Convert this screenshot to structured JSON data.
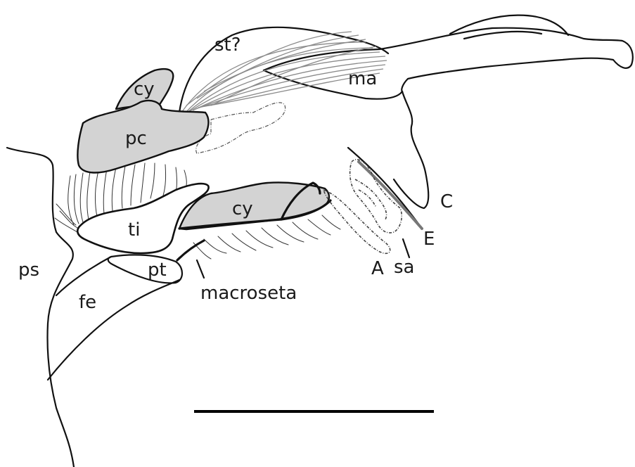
{
  "labels": {
    "st": "st?",
    "cy_upper": "cy",
    "ma": "ma",
    "pc": "pc",
    "cy_lower": "cy",
    "ti": "ti",
    "C": "C",
    "E": "E",
    "A": "A",
    "sa": "sa",
    "ps": "ps",
    "pt": "pt",
    "fe": "fe",
    "macroseta": "macroseta"
  },
  "colors": {
    "sclerite_fill": "#d3d3d3",
    "outline": "#111111"
  }
}
